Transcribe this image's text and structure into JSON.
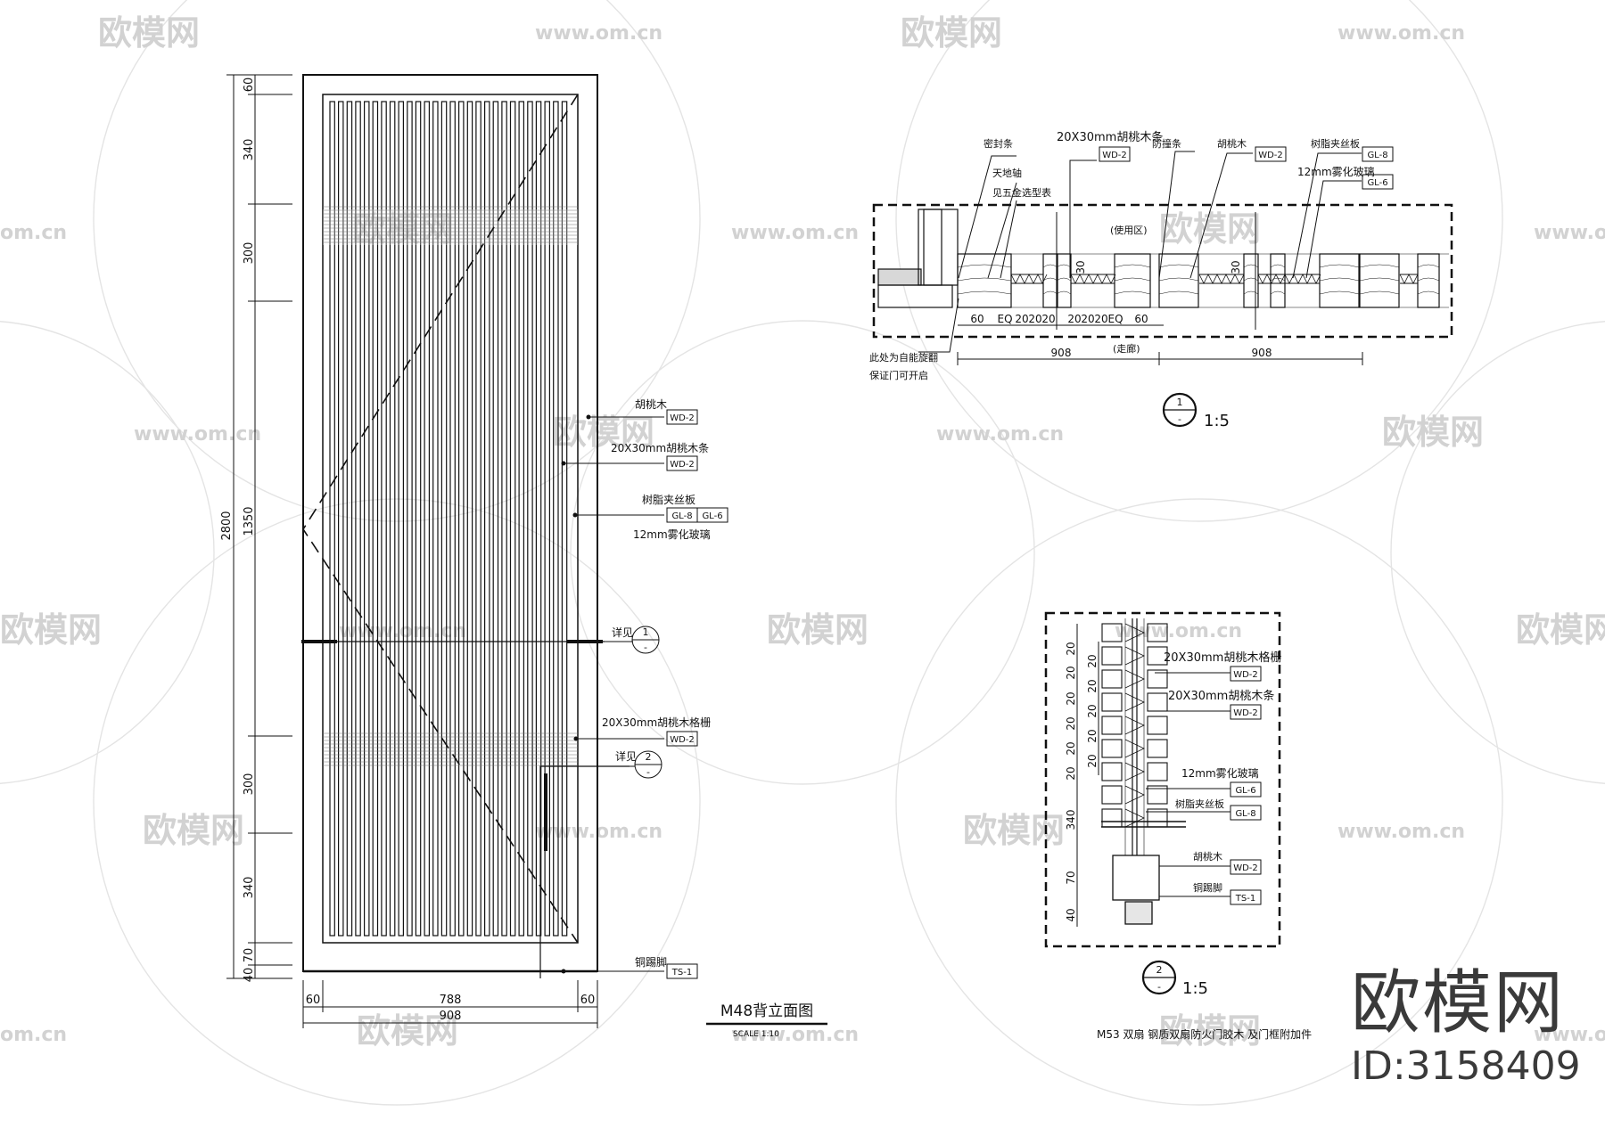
{
  "watermark": {
    "brand": "欧模网",
    "url": "www.om.cn",
    "url_short": "om.cn",
    "color": "#d2d2d2"
  },
  "brand_badge": {
    "name": "欧模网",
    "id": "ID:3158409"
  },
  "elevation": {
    "title": "M48背立面图",
    "scale": "SCALE 1:10",
    "dims_vertical": {
      "total": "2800",
      "top": "60",
      "upper_1": "340",
      "upper_2": "300",
      "middle": "1350",
      "lower_2": "300",
      "lower_1": "340",
      "rail": "70",
      "bottom": "40"
    },
    "dims_horizontal": {
      "left": "60",
      "middle": "788",
      "right": "60",
      "total": "908"
    },
    "labels": {
      "walnut": "胡桃木",
      "walnut_code": "WD-2",
      "strip": "20X30mm胡桃木条",
      "strip_code": "WD-2",
      "laminate": "树脂夹丝板",
      "laminate_code_1": "GL-8",
      "laminate_code_2": "GL-6",
      "glass": "12mm雾化玻璃",
      "detail_1": "详见",
      "detail_1_num": "1",
      "detail_1_sub": "-",
      "strip_grille": "20X30mm胡桃木格栅",
      "strip_grille_code": "WD-2",
      "detail_2": "详见",
      "detail_2_num": "2",
      "detail_2_sub": "-",
      "kick": "铜踢脚",
      "kick_code": "TS-1"
    }
  },
  "section1": {
    "scale": "1:5",
    "num": "1",
    "sub": "-",
    "labels": {
      "seal": "密封条",
      "pivot": "天地轴",
      "hardware": "见五金选型表",
      "strip": "20X30mm胡桃木条",
      "strip_code": "WD-2",
      "bumper": "防撞条",
      "walnut": "胡桃木",
      "walnut_code": "WD-2",
      "laminate": "树脂夹丝板",
      "laminate_code": "GL-8",
      "glass": "12mm雾化玻璃",
      "glass_code": "GL-6",
      "side_in": "(使用区)",
      "side_out": "(走廊)",
      "note_1": "此处为自能旋翻",
      "note_2": "保证门可开启"
    },
    "dims": {
      "d60a": "60",
      "eq1": "EQ",
      "d20a": "20",
      "d20b": "20",
      "d20c": "20",
      "d20d": "20",
      "d20e": "20",
      "d20f": "20",
      "eq2": "EQ",
      "d60b": "60",
      "d30a": "30",
      "d30b": "30",
      "d908a": "908",
      "d908b": "908"
    }
  },
  "section2": {
    "scale": "1:5",
    "num": "2",
    "sub": "-",
    "caption": "M53 双扇 钢质双扇防火门胶木 及门框附加件",
    "labels": {
      "grille": "20X30mm胡桃木格栅",
      "grille_code": "WD-2",
      "strip": "20X30mm胡桃木条",
      "strip_code": "WD-2",
      "glass": "12mm雾化玻璃",
      "glass_code": "GL-6",
      "laminate": "树脂夹丝板",
      "laminate_code": "GL-8",
      "walnut": "胡桃木",
      "walnut_code": "WD-2",
      "kick": "铜踢脚",
      "kick_code": "TS-1"
    },
    "dims_outer": [
      "20",
      "20",
      "20",
      "20",
      "20",
      "20"
    ],
    "dims_inner": [
      "20",
      "20",
      "20",
      "20",
      "20"
    ],
    "dims_lower": {
      "d340": "340",
      "d70": "70",
      "d40": "40"
    }
  }
}
